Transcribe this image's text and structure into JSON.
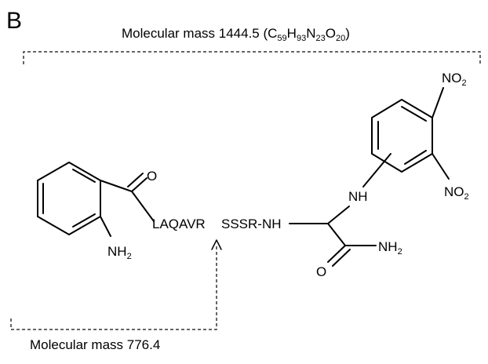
{
  "panel_label": "B",
  "top_mass": {
    "prefix": "Molecular mass 1444.5 (",
    "C": "C",
    "C_n": "59",
    "H": "H",
    "H_n": "93",
    "N": "N",
    "N_n": "23",
    "O": "O",
    "O_n": "20",
    "suffix": ")"
  },
  "bottom_mass": "Molecular mass 776.4",
  "atoms": {
    "carbonyl_o": "O",
    "aminobenzoyl_n": "NH",
    "aminobenzoyl_n_sub": "2",
    "peptide_left": "LAQAVR",
    "peptide_right": "SSSR-NH",
    "anilino_nh": "NH",
    "nitro_top": "NO",
    "nitro_top_sub": "2",
    "nitro_side": "NO",
    "nitro_side_sub": "2",
    "amide_o": "O",
    "amide_n": "NH",
    "amide_n_sub": "2"
  }
}
